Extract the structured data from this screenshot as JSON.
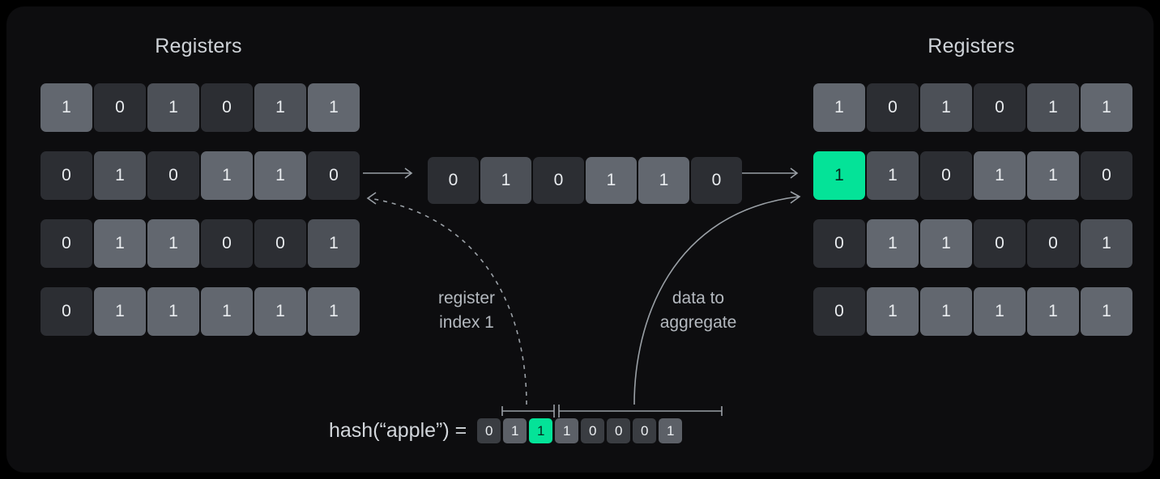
{
  "panel": {
    "background": "#0d0d0f",
    "accent_green": "#04e398"
  },
  "left_registers": {
    "title": "Registers",
    "rows": [
      {
        "cells": [
          {
            "value": "1",
            "shade": "v1 lt"
          },
          {
            "value": "0",
            "shade": "v0"
          },
          {
            "value": "1",
            "shade": "v1"
          },
          {
            "value": "0",
            "shade": "v0"
          },
          {
            "value": "1",
            "shade": "v1"
          },
          {
            "value": "1",
            "shade": "v1 lt"
          }
        ]
      },
      {
        "cells": [
          {
            "value": "0",
            "shade": "v0"
          },
          {
            "value": "1",
            "shade": "v1"
          },
          {
            "value": "0",
            "shade": "v0"
          },
          {
            "value": "1",
            "shade": "v1 lt"
          },
          {
            "value": "1",
            "shade": "v1 lt"
          },
          {
            "value": "0",
            "shade": "v0"
          }
        ]
      },
      {
        "cells": [
          {
            "value": "0",
            "shade": "v0"
          },
          {
            "value": "1",
            "shade": "v1 lt"
          },
          {
            "value": "1",
            "shade": "v1 lt"
          },
          {
            "value": "0",
            "shade": "v0"
          },
          {
            "value": "0",
            "shade": "v0"
          },
          {
            "value": "1",
            "shade": "v1"
          }
        ]
      },
      {
        "cells": [
          {
            "value": "0",
            "shade": "v0"
          },
          {
            "value": "1",
            "shade": "v1 lt"
          },
          {
            "value": "1",
            "shade": "v1 lt"
          },
          {
            "value": "1",
            "shade": "v1 lt"
          },
          {
            "value": "1",
            "shade": "v1 lt"
          },
          {
            "value": "1",
            "shade": "v1 lt"
          }
        ]
      }
    ]
  },
  "middle_register": {
    "cells": [
      {
        "value": "0",
        "shade": "v0"
      },
      {
        "value": "1",
        "shade": "v1"
      },
      {
        "value": "0",
        "shade": "v0"
      },
      {
        "value": "1",
        "shade": "v1 lt"
      },
      {
        "value": "1",
        "shade": "v1 lt"
      },
      {
        "value": "0",
        "shade": "v0"
      }
    ]
  },
  "right_registers": {
    "title": "Registers",
    "rows": [
      {
        "cells": [
          {
            "value": "1",
            "shade": "v1 lt"
          },
          {
            "value": "0",
            "shade": "v0"
          },
          {
            "value": "1",
            "shade": "v1"
          },
          {
            "value": "0",
            "shade": "v0"
          },
          {
            "value": "1",
            "shade": "v1"
          },
          {
            "value": "1",
            "shade": "v1 lt"
          }
        ]
      },
      {
        "cells": [
          {
            "value": "1",
            "shade": "hl"
          },
          {
            "value": "1",
            "shade": "v1"
          },
          {
            "value": "0",
            "shade": "v0"
          },
          {
            "value": "1",
            "shade": "v1 lt"
          },
          {
            "value": "1",
            "shade": "v1 lt"
          },
          {
            "value": "0",
            "shade": "v0"
          }
        ]
      },
      {
        "cells": [
          {
            "value": "0",
            "shade": "v0"
          },
          {
            "value": "1",
            "shade": "v1 lt"
          },
          {
            "value": "1",
            "shade": "v1 lt"
          },
          {
            "value": "0",
            "shade": "v0"
          },
          {
            "value": "0",
            "shade": "v0"
          },
          {
            "value": "1",
            "shade": "v1"
          }
        ]
      },
      {
        "cells": [
          {
            "value": "0",
            "shade": "v0"
          },
          {
            "value": "1",
            "shade": "v1 lt"
          },
          {
            "value": "1",
            "shade": "v1 lt"
          },
          {
            "value": "1",
            "shade": "v1 lt"
          },
          {
            "value": "1",
            "shade": "v1 lt"
          },
          {
            "value": "1",
            "shade": "v1 lt"
          }
        ]
      }
    ]
  },
  "annotations": {
    "register_index_label": "register\nindex 1",
    "data_to_aggregate_label": "data to\naggregate"
  },
  "hash": {
    "label": "hash(“apple”) =",
    "bits": [
      {
        "value": "0",
        "shade": "v0"
      },
      {
        "value": "1",
        "shade": "v1"
      },
      {
        "value": "1",
        "shade": "hl"
      },
      {
        "value": "1",
        "shade": "v1"
      },
      {
        "value": "0",
        "shade": "v0"
      },
      {
        "value": "0",
        "shade": "v0"
      },
      {
        "value": "0",
        "shade": "v0"
      },
      {
        "value": "1",
        "shade": "v1"
      }
    ],
    "index_span_bits": 2,
    "aggregate_span_bits": 6
  }
}
